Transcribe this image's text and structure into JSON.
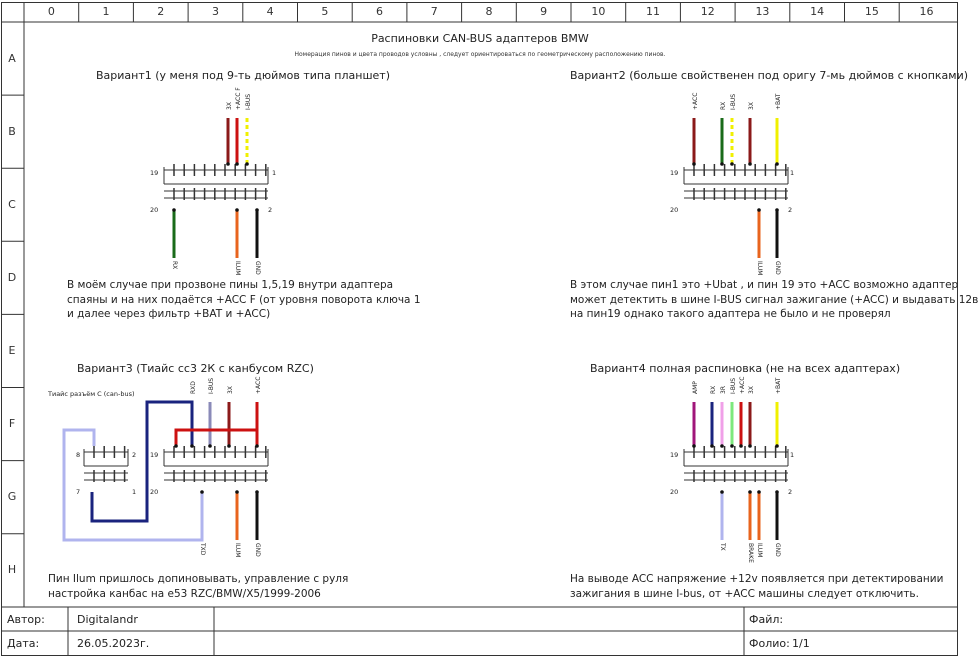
{
  "header": {
    "title": "Распиновки CAN-BUS адаптеров BMW",
    "subtitle": "Номерация пинов и цвета проводов условны , следует ориентироваться по геометрическому расположению пинов."
  },
  "grid": {
    "columns": [
      "0",
      "1",
      "2",
      "3",
      "4",
      "5",
      "6",
      "7",
      "8",
      "9",
      "10",
      "11",
      "12",
      "13",
      "14",
      "15",
      "16"
    ],
    "rows": [
      "A",
      "B",
      "C",
      "D",
      "E",
      "F",
      "G",
      "H"
    ]
  },
  "variants": {
    "v1": {
      "heading": "Вариант1 (у меня под 9-ть дюймов типа планшет)",
      "top_wires": [
        "3X",
        "+ACC F",
        "I-BUS"
      ],
      "bottom_wires": [
        "RX",
        "ILUM",
        "GND"
      ],
      "pins": {
        "tl": "19",
        "tr": "1",
        "bl": "20",
        "br": "2"
      },
      "note": [
        "В моём случае при прозвоне пины 1,5,19 внутри адаптера",
        "спаяны и на них подаётся +ACC F (от уровня поворота ключа 1",
        "и далее через фильтр +BAT и +ACC)"
      ]
    },
    "v2": {
      "heading": "Вариант2 (больше свойственен под оригу 7-мь дюймов с кнопками)",
      "top_wires": [
        "+ACC",
        "RX",
        "I-BUS",
        "3X",
        "+BAT"
      ],
      "bottom_wires": [
        "ILUM",
        "GND"
      ],
      "pins": {
        "tl": "19",
        "tr": "1",
        "bl": "20",
        "br": "2"
      },
      "note": [
        "В этом случае пин1 это +Ubat , и пин 19 это +ACC возможно адаптер",
        "может детектить в шине I-BUS сигнал зажигание (+ACC) и выдавать 12в",
        "на пин19 однако такого адаптера не было и не проверял"
      ]
    },
    "v3": {
      "heading": "Вариант3 (Тиайс сс3 2К с канбусом RZC)",
      "connector_label": "Тиайс разъём С (can-bus)",
      "top_wires": [
        "RXD",
        "I-BUS",
        "3X",
        "+ACC"
      ],
      "bottom_wires": [
        "TXD",
        "ILUM",
        "GND"
      ],
      "pins": {
        "tl": "19",
        "bl": "20"
      },
      "small_pins": {
        "tl": "8",
        "tr": "2",
        "bl": "7",
        "br": "1"
      },
      "note": [
        "Пин Ilum пришлось допиновывать, управление с руля",
        "настройка канбас на е53 RZC/BMW/X5/1999-2006"
      ]
    },
    "v4": {
      "heading": "Вариант4 полная распиновка (не на всех адаптерах)",
      "top_wires": [
        "AMP",
        "RX",
        "3R",
        "I-BUS",
        "+ACC",
        "3X",
        "+BAT"
      ],
      "bottom_wires": [
        "TX",
        "BRAKE",
        "ILUM",
        "GND"
      ],
      "pins": {
        "tl": "19",
        "tr": "1",
        "bl": "20",
        "br": "2"
      },
      "note": [
        "На выводе ACC напряжение +12v появляется при детектировании",
        "зажигания в шине I-bus, от +ACC  машины следует отключить."
      ]
    }
  },
  "footer": {
    "author_label": "Автор:",
    "author": "Digitalandr",
    "date_label": "Дата:",
    "date": "26.05.2023г.",
    "file_label": "Файл:",
    "file": "",
    "folio_label": "Фолио:",
    "folio": "1/1"
  },
  "colors": {
    "dark_red": "#8b1a1a",
    "red": "#cc1111",
    "yellow": "#f0f000",
    "green": "#1a6b1a",
    "orange": "#e8641e",
    "black": "#111111",
    "navy": "#1a237e",
    "lavender": "#b0b4ee",
    "magenta": "#a0167a",
    "pink": "#f0a0e8",
    "light_green": "#7de87d",
    "grey_violet": "#8a8ab8"
  }
}
